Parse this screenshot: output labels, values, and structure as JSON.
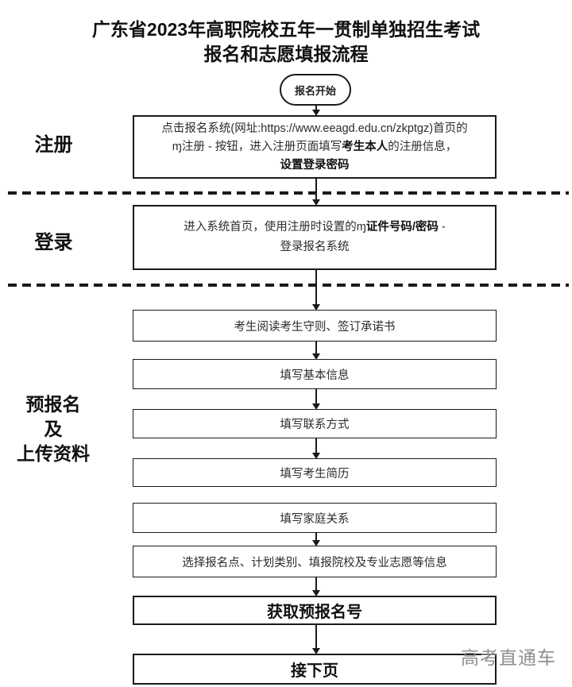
{
  "title": {
    "line1": "广东省2023年高职院校五年一贯制单独招生考试",
    "line2": "报名和志愿填报流程"
  },
  "flow": {
    "start_label": "报名开始",
    "stage_labels": {
      "register": "注册",
      "login": "登录",
      "prereg_lines": [
        "预报名",
        "及",
        "上传资料"
      ]
    },
    "register_box_lines": [
      [
        {
          "t": "点击报名系统(网址:https://www.eeagd.edu.cn/zkptgz)首页的",
          "b": false
        }
      ],
      [
        {
          "t": "ɱ注册 - 按钮，进入注册页面填写",
          "b": false
        },
        {
          "t": "考生本人",
          "b": true
        },
        {
          "t": "的注册信息，",
          "b": false
        }
      ],
      [
        {
          "t": "设置登录密码",
          "b": true
        }
      ]
    ],
    "login_box_lines": [
      [
        {
          "t": "进入系统首页，使用注册时设置的ɱ",
          "b": false
        },
        {
          "t": "证件号码/密码",
          "b": true
        },
        {
          "t": " -",
          "b": false
        }
      ],
      [
        {
          "t": "登录报名系统",
          "b": false
        }
      ]
    ],
    "steps": {
      "read_rules": "考生阅读考生守则、签订承诺书",
      "basic_info": "填写基本信息",
      "contact": "填写联系方式",
      "resume": "填写考生简历",
      "family": "填写家庭关系",
      "choose_site": "选择报名点、计划类别、填报院校及专业志愿等信息",
      "get_number": "获取预报名号",
      "next_page": "接下页"
    }
  },
  "watermark": "高考直通车",
  "colors": {
    "line": "#1a1a1a",
    "text": "#2b2b2b",
    "watermark": "#8f8f8f",
    "background": "#ffffff"
  }
}
